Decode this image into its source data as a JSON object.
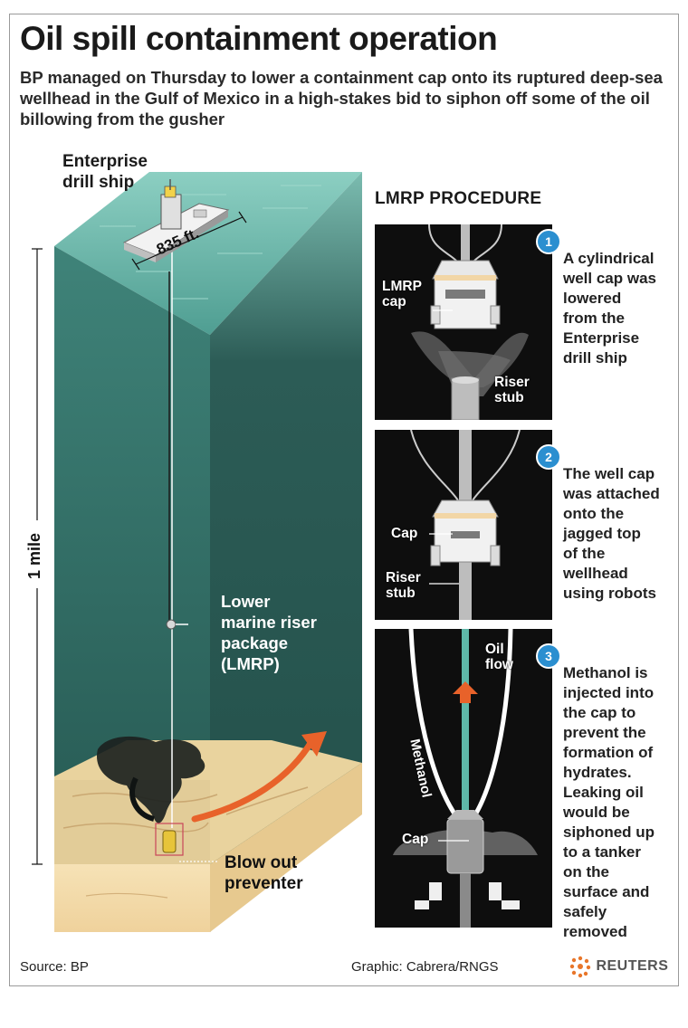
{
  "header": {
    "title": "Oil spill containment operation",
    "subtitle": "BP managed on Thursday to lower a containment cap onto its ruptured deep-sea wellhead in the Gulf of Mexico in a high-stakes bid to siphon off some of the oil billowing from the gusher"
  },
  "diagram": {
    "ship_label": "Enterprise\ndrill ship",
    "distance_label": "835 ft.",
    "depth_label": "1 mile",
    "lmrp_label": "Lower\nmarine riser\npackage\n(LMRP)",
    "bop_label": "Blow out\npreventer"
  },
  "procedure": {
    "heading": "LMRP PROCEDURE",
    "steps": [
      {
        "number": "1",
        "text": "A cylindrical\nwell cap was\nlowered\nfrom the\nEnterprise\ndrill ship",
        "labels": [
          "LMRP\ncap",
          "Riser\nstub"
        ]
      },
      {
        "number": "2",
        "text": "The well cap\nwas attached\nonto the\njagged top\nof the\nwellhead\nusing robots",
        "labels": [
          "Cap",
          "Riser\nstub"
        ]
      },
      {
        "number": "3",
        "text": "Methanol is\ninjected into\nthe cap to\nprevent the\nformation of\nhydrates.\nLeaking oil\nwould be\nsiphoned up\nto a tanker\non the\nsurface and\nsafely\nremoved",
        "labels": [
          "Oil\nflow",
          "Methanol",
          "Cap"
        ]
      }
    ]
  },
  "footer": {
    "source": "Source:  BP",
    "credit": "Graphic:   Cabrera/RNGS",
    "brand": "REUTERS"
  },
  "colors": {
    "sea_surface": "#5aa79c",
    "water_front": "#2e6b63",
    "water_side": "#244f4a",
    "seabed": "#f2d9a8",
    "badge_blue": "#2b8fd0",
    "arrow_orange": "#e8622a"
  }
}
